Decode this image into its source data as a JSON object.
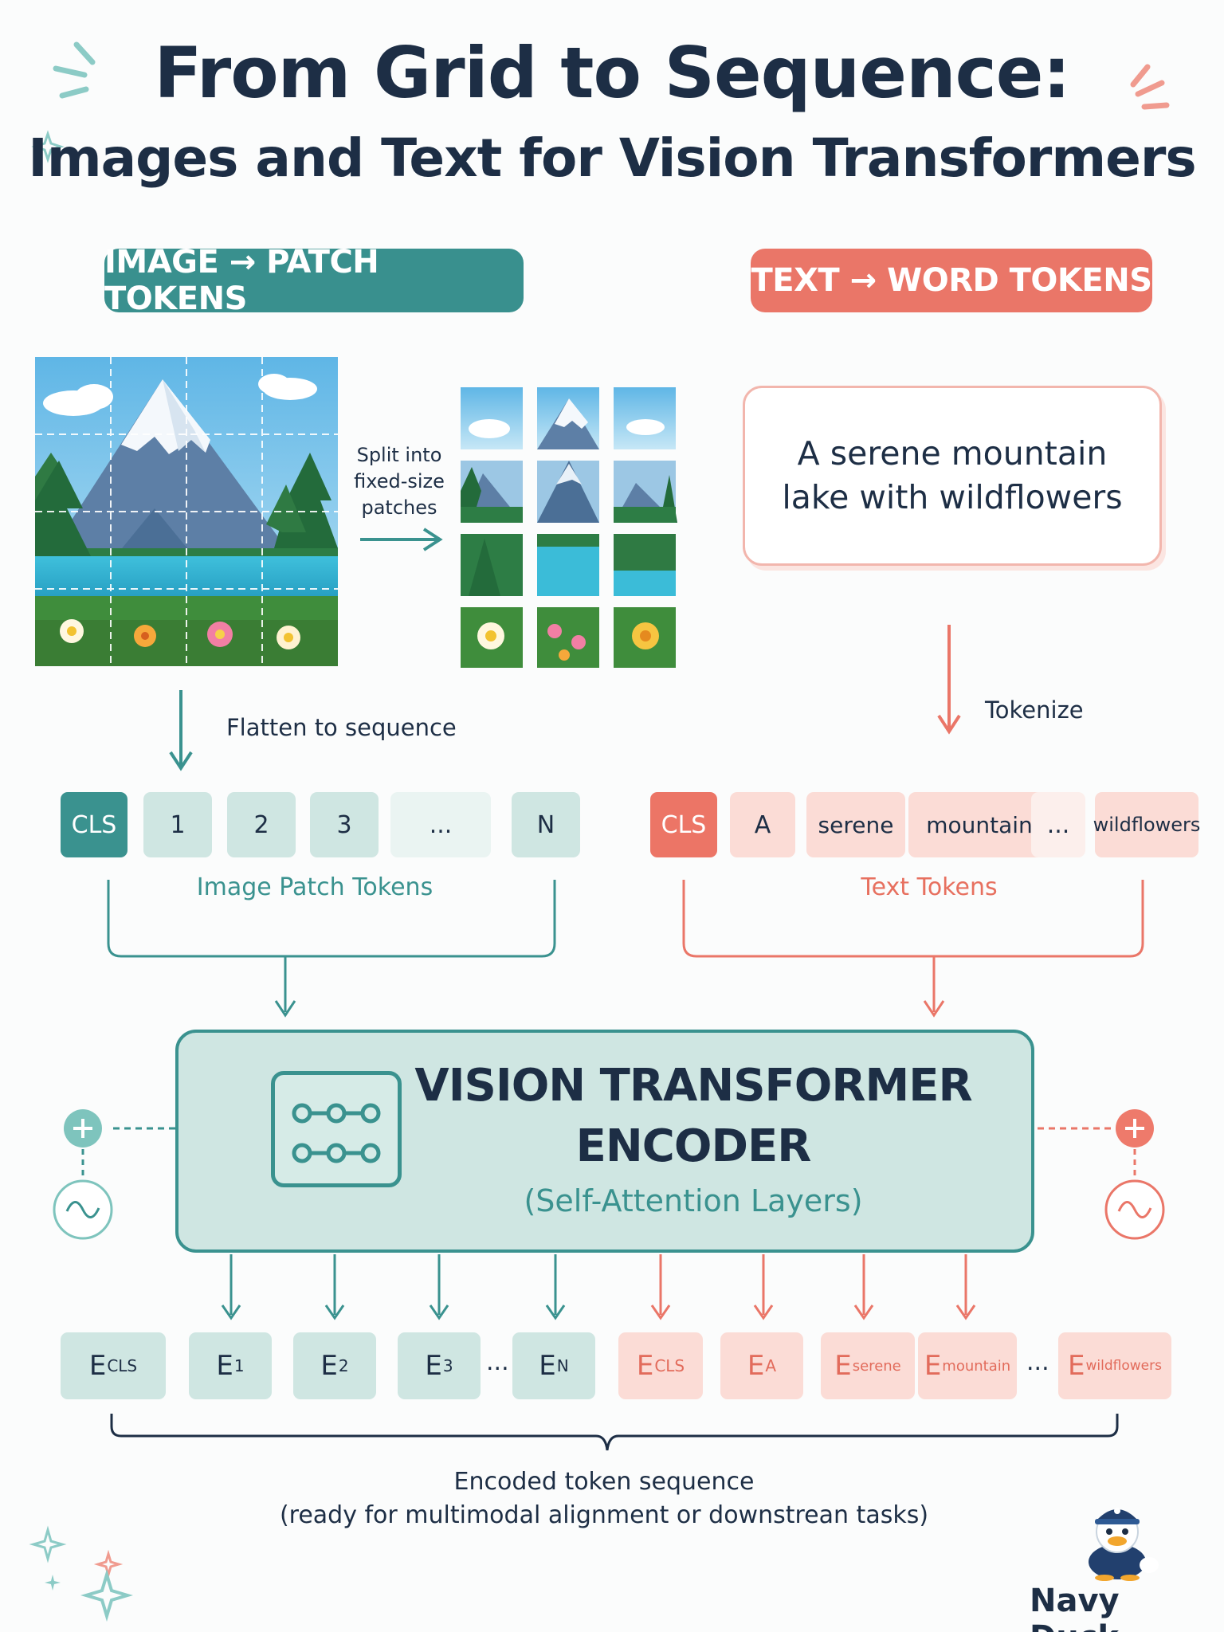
{
  "title": {
    "line1": "From Grid to Sequence:",
    "line2": "Images and Text for Vision Transformers"
  },
  "sections": {
    "image_header": "IMAGE → PATCH TOKENS",
    "text_header": "TEXT → WORD TOKENS"
  },
  "image_branch": {
    "split_caption_1": "Split into",
    "split_caption_2": "fixed-size",
    "split_caption_3": "patches",
    "flatten_label": "Flatten to sequence",
    "tokens": [
      "CLS",
      "1",
      "2",
      "3",
      "...",
      "N"
    ],
    "group_label": "Image Patch Tokens"
  },
  "text_branch": {
    "sentence_line1": "A serene mountain",
    "sentence_line2": "lake with wildflowers",
    "tokenize_label": "Tokenize",
    "tokens": [
      "CLS",
      "A",
      "serene",
      "mountain",
      "...",
      "wildflowers"
    ],
    "group_label": "Text Tokens"
  },
  "encoder": {
    "title_line1": "VISION TRANSFORMER",
    "title_line2": "ENCODER",
    "subtitle": "(Self-Attention Layers)"
  },
  "encoded": {
    "image_tokens": [
      {
        "base": "E",
        "sub": "CLS"
      },
      {
        "base": "E",
        "sub": "1"
      },
      {
        "base": "E",
        "sub": "2"
      },
      {
        "base": "E",
        "sub": "3"
      },
      {
        "base": "E",
        "sub": "N"
      }
    ],
    "text_tokens": [
      {
        "base": "E",
        "sub": "CLS"
      },
      {
        "base": "E",
        "sub": "A"
      },
      {
        "base": "E",
        "sub": "serene"
      },
      {
        "base": "E",
        "sub": "mountain"
      },
      {
        "base": "E",
        "sub": "wildflowers"
      }
    ],
    "ellipsis": "...",
    "caption_line1": "Encoded token sequence",
    "caption_line2": "(ready for multimodal alignment or downstrean tasks)"
  },
  "brand": "Navy Duck",
  "colors": {
    "teal": "#3a928f",
    "teal_light": "#cfe6e2",
    "coral": "#ea7668",
    "coral_light": "#fbdcd6",
    "navy": "#1d2e45"
  }
}
